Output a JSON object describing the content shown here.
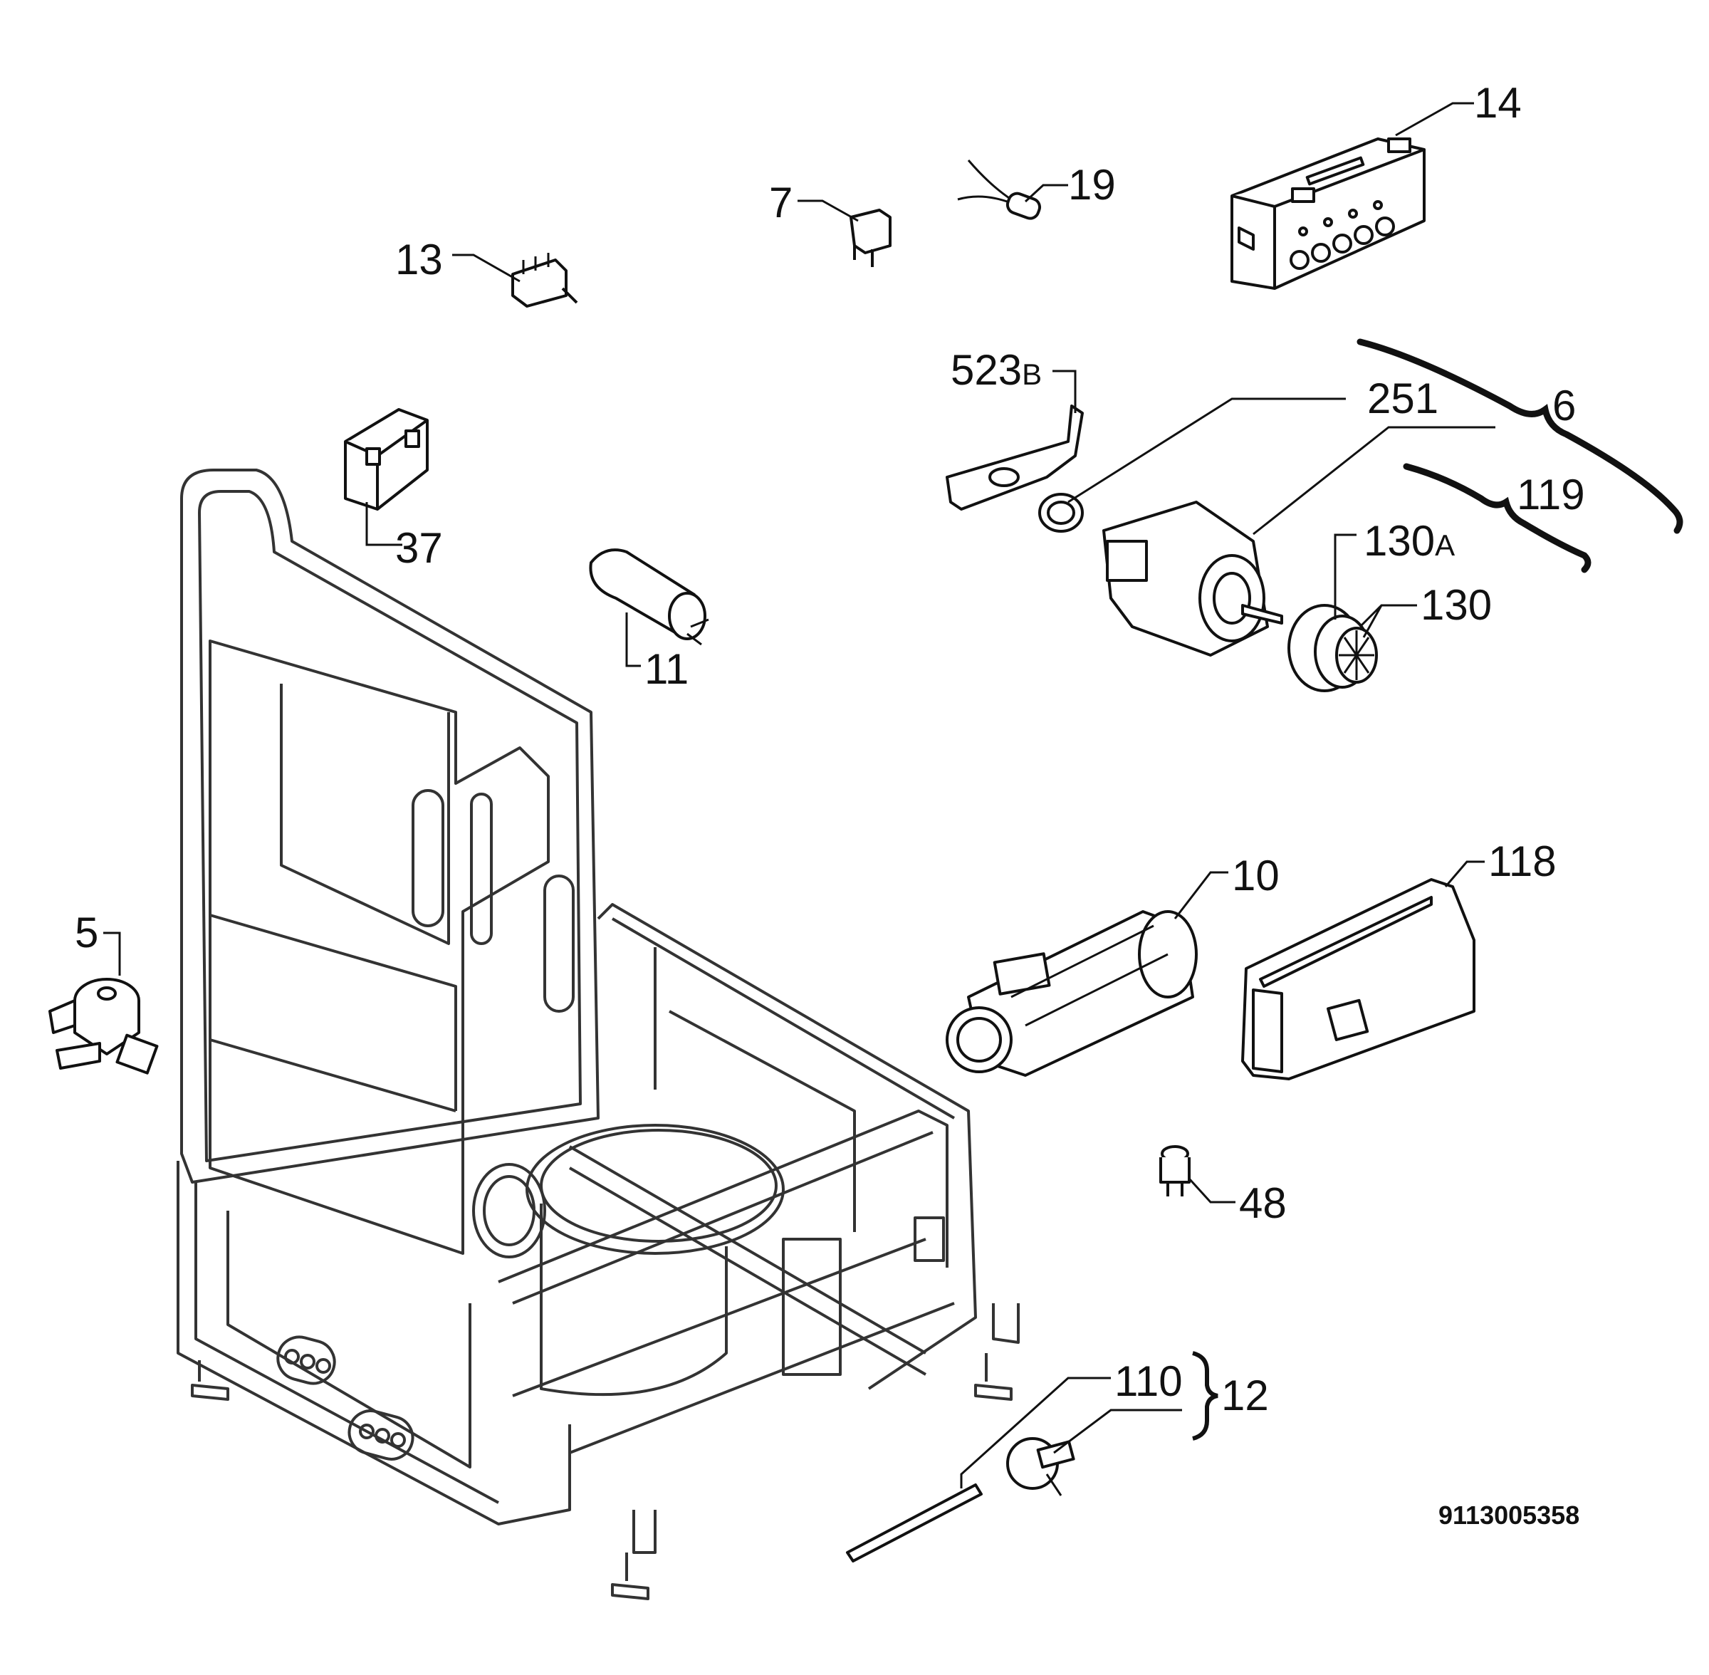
{
  "callouts": {
    "c14": "14",
    "c7": "7",
    "c19": "19",
    "c13": "13",
    "c523": "523",
    "c523_suffix": "B",
    "c251": "251",
    "c6": "6",
    "c119": "119",
    "c130A": "130",
    "c130A_suffix": "A",
    "c130": "130",
    "c37": "37",
    "c11": "11",
    "c5": "5",
    "c10": "10",
    "c118": "118",
    "c48": "48",
    "c110": "110",
    "c12": "12"
  },
  "document_number": "9113005358"
}
